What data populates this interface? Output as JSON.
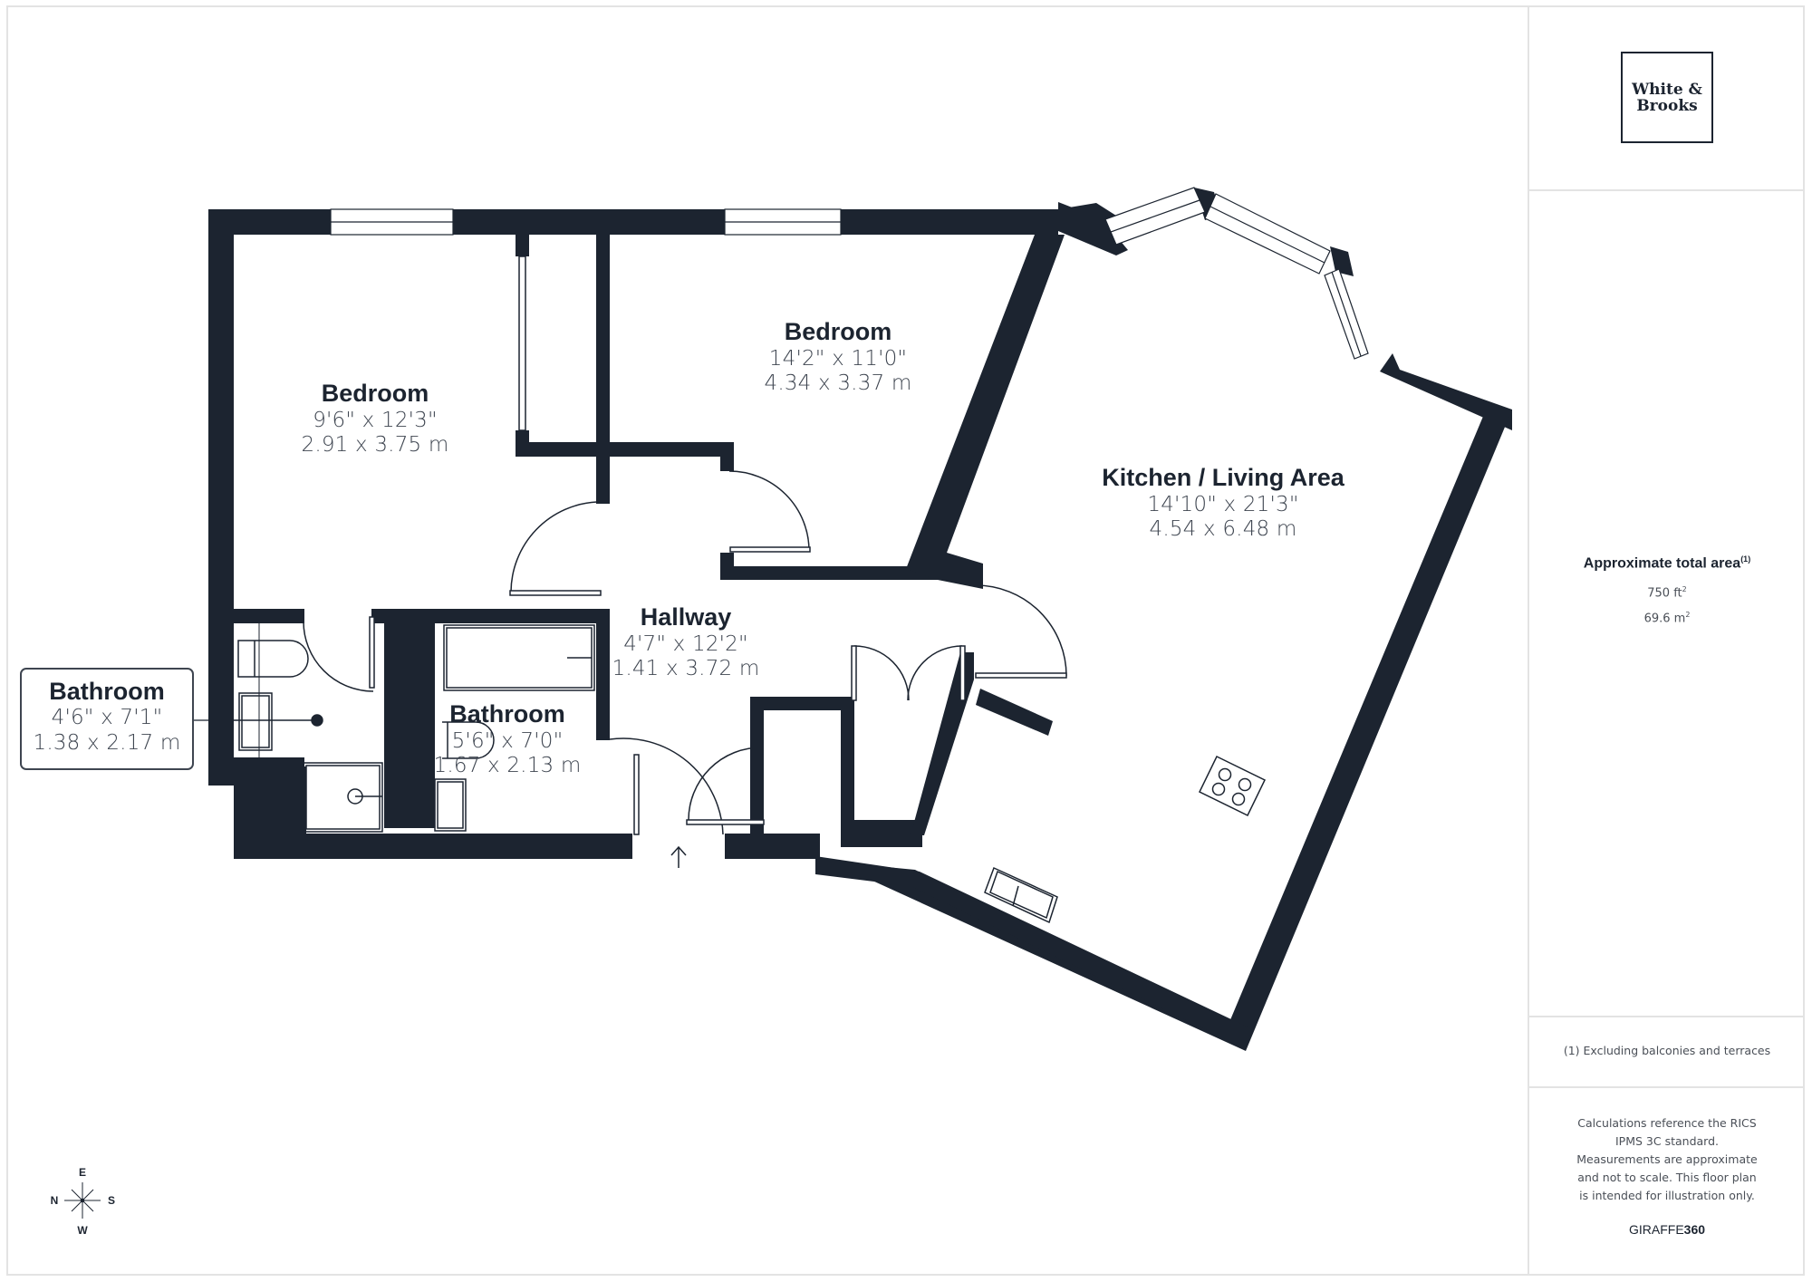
{
  "brand": {
    "logo_line1": "White &",
    "logo_line2": "Brooks",
    "software": "GIRAFFE",
    "software_bold": "360"
  },
  "rooms": [
    {
      "name": "Bedroom",
      "imperial": "9'6\" x 12'3\"",
      "metric": "2.91 x 3.75 m"
    },
    {
      "name": "Bedroom",
      "imperial": "14'2\" x 11'0\"",
      "metric": "4.34 x 3.37 m"
    },
    {
      "name": "Kitchen / Living Area",
      "imperial": "14'10\" x 21'3\"",
      "metric": "4.54 x 6.48 m"
    },
    {
      "name": "Hallway",
      "imperial": "4'7\" x 12'2\"",
      "metric": "1.41 x 3.72 m"
    },
    {
      "name": "Bathroom",
      "imperial": "5'6\" x 7'0\"",
      "metric": "1.67 x 2.13 m"
    },
    {
      "name": "Bathroom",
      "imperial": "4'6\" x 7'1\"",
      "metric": "1.38 x 2.17 m"
    }
  ],
  "summary": {
    "title": "Approximate total area",
    "title_sup": "(1)",
    "area_imperial": "750 ft",
    "area_metric": "69.6 m",
    "unit_sup": "2",
    "footnote": "(1) Excluding balconies and terraces",
    "disclaimer": "Calculations reference the RICS IPMS 3C standard. Measurements are approximate and not to scale. This floor plan is intended for illustration only."
  },
  "compass": {
    "top": "E",
    "left": "N",
    "right": "S",
    "bottom": "W"
  },
  "colors": {
    "wall": "#1c2430",
    "text_dim": "#3e4550",
    "border": "#e3e3e3"
  },
  "icons": [
    "compass-icon",
    "entrance-arrow-icon",
    "hob-icon",
    "sink-icon",
    "toilet-icon",
    "shower-icon",
    "bath-icon"
  ]
}
